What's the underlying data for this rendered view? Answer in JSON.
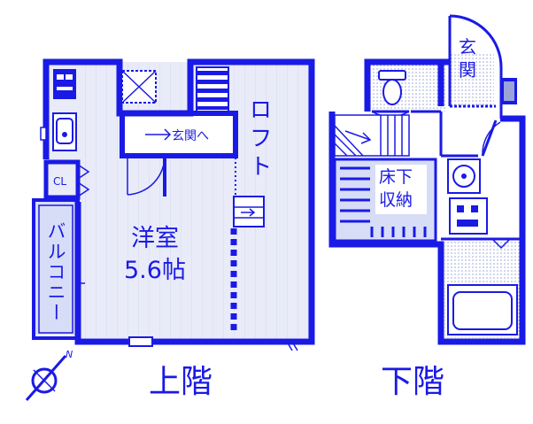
{
  "colors": {
    "wall": "#1a1ae6",
    "floor": "#e9ebf8",
    "plank": "#d4d8f0",
    "tread": "#1a1ae6",
    "balcony": "#d7ddf6",
    "white": "#ffffff"
  },
  "upper": {
    "floor_label": "上階",
    "room_name": "洋室",
    "room_size": "5.6帖",
    "loft_label": "ロフト",
    "to_entrance": "玄関へ",
    "closet_label": "CL",
    "balcony_label": "バルコニー"
  },
  "lower": {
    "floor_label": "下階",
    "entrance_label": "玄関",
    "storage_line1": "床下",
    "storage_line2": "収納"
  },
  "compass_label": "N",
  "icons": [
    "compass-icon",
    "stove-icon",
    "sink-icon",
    "fridge-space-icon",
    "toilet-icon",
    "washbasin-icon",
    "washer-pan-icon",
    "bathtub-icon",
    "ladder-icon"
  ]
}
